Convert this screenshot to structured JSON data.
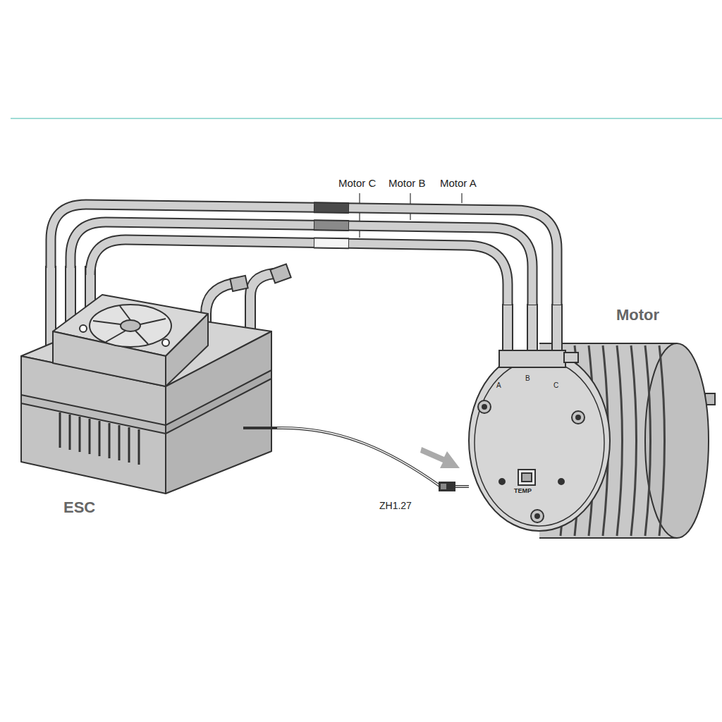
{
  "diagram": {
    "nodes": [
      {
        "text": [
          "ESC"
        ]
      },
      {
        "text": [
          "Motor"
        ]
      }
    ],
    "edges": [
      {
        "from": 0,
        "to": 1,
        "arrow": "none"
      },
      {
        "from": 0,
        "to": 1,
        "arrow": "none"
      },
      {
        "from": 0,
        "to": 1,
        "arrow": "none"
      },
      {
        "from": 0,
        "to": 1,
        "arrow": "none"
      }
    ],
    "labels": [
      "Motor C",
      "Motor B",
      "Motor A",
      "ZH1.27",
      "A",
      "B",
      "C",
      "TEMP"
    ]
  }
}
